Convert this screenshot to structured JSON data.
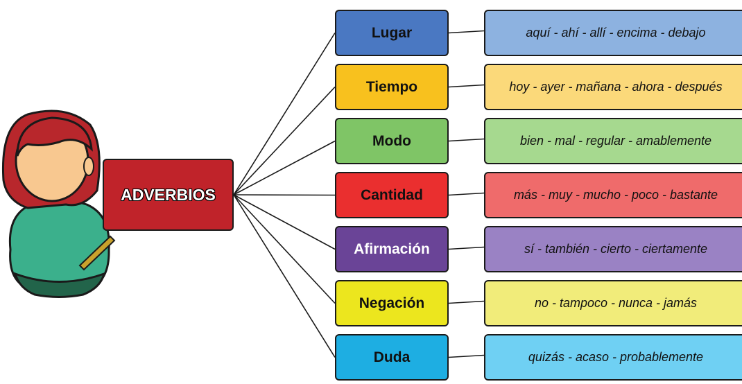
{
  "root": {
    "label": "ADVERBIOS",
    "color": "#c0232a"
  },
  "categories": [
    {
      "label": "Lugar",
      "examples": "aquí - ahí - allí - encima - debajo",
      "box_color": "#4a78c2",
      "ex_color": "#8db2e0",
      "text_color": "#111111"
    },
    {
      "label": "Tiempo",
      "examples": "hoy - ayer - mañana - ahora - después",
      "box_color": "#f8c11e",
      "ex_color": "#fbd97a",
      "text_color": "#111111"
    },
    {
      "label": "Modo",
      "examples": "bien - mal - regular - amablemente",
      "box_color": "#7fc566",
      "ex_color": "#a6d98f",
      "text_color": "#111111"
    },
    {
      "label": "Cantidad",
      "examples": "más - muy - mucho - poco - bastante",
      "box_color": "#ea2f2f",
      "ex_color": "#ef6b6b",
      "text_color": "#111111"
    },
    {
      "label": "Afirmación",
      "examples": "sí - también - cierto - ciertamente",
      "box_color": "#6a4497",
      "ex_color": "#9a82c4",
      "text_color": "#ffffff"
    },
    {
      "label": "Negación",
      "examples": "no - tampoco - nunca - jamás",
      "box_color": "#ece61e",
      "ex_color": "#f1ec7a",
      "text_color": "#111111"
    },
    {
      "label": "Duda",
      "examples": "quizás - acaso - probablemente",
      "box_color": "#1eaee2",
      "ex_color": "#6fd0f3",
      "text_color": "#111111"
    }
  ],
  "colors": {
    "hair": "#b8272c",
    "skin": "#f8c890",
    "shirt": "#3bb08c",
    "pants": "#22644a",
    "pointer": "#c9a22c"
  }
}
